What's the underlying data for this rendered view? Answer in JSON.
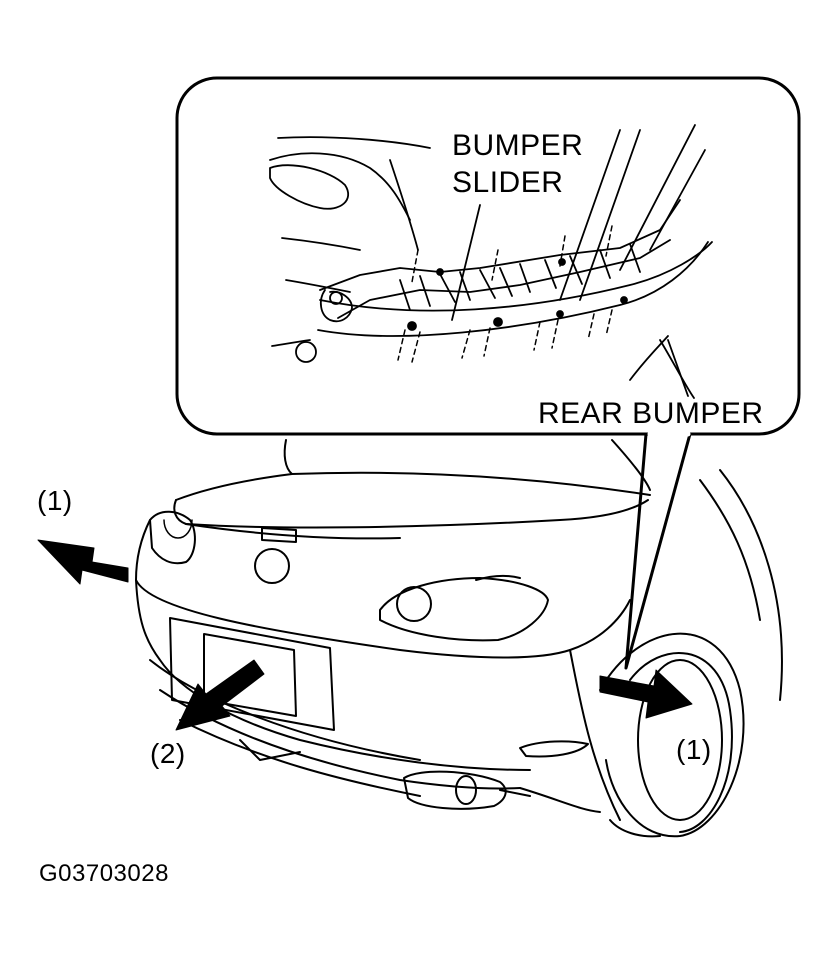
{
  "labels": {
    "bumper_slider_line1": "BUMPER",
    "bumper_slider_line2": "SLIDER",
    "rear_bumper": "REAR BUMPER",
    "step_left": "(1)",
    "step_right": "(1)",
    "step_down": "(2)",
    "figure_code": "G03703028"
  },
  "colors": {
    "line": "#000000",
    "background": "#ffffff"
  }
}
